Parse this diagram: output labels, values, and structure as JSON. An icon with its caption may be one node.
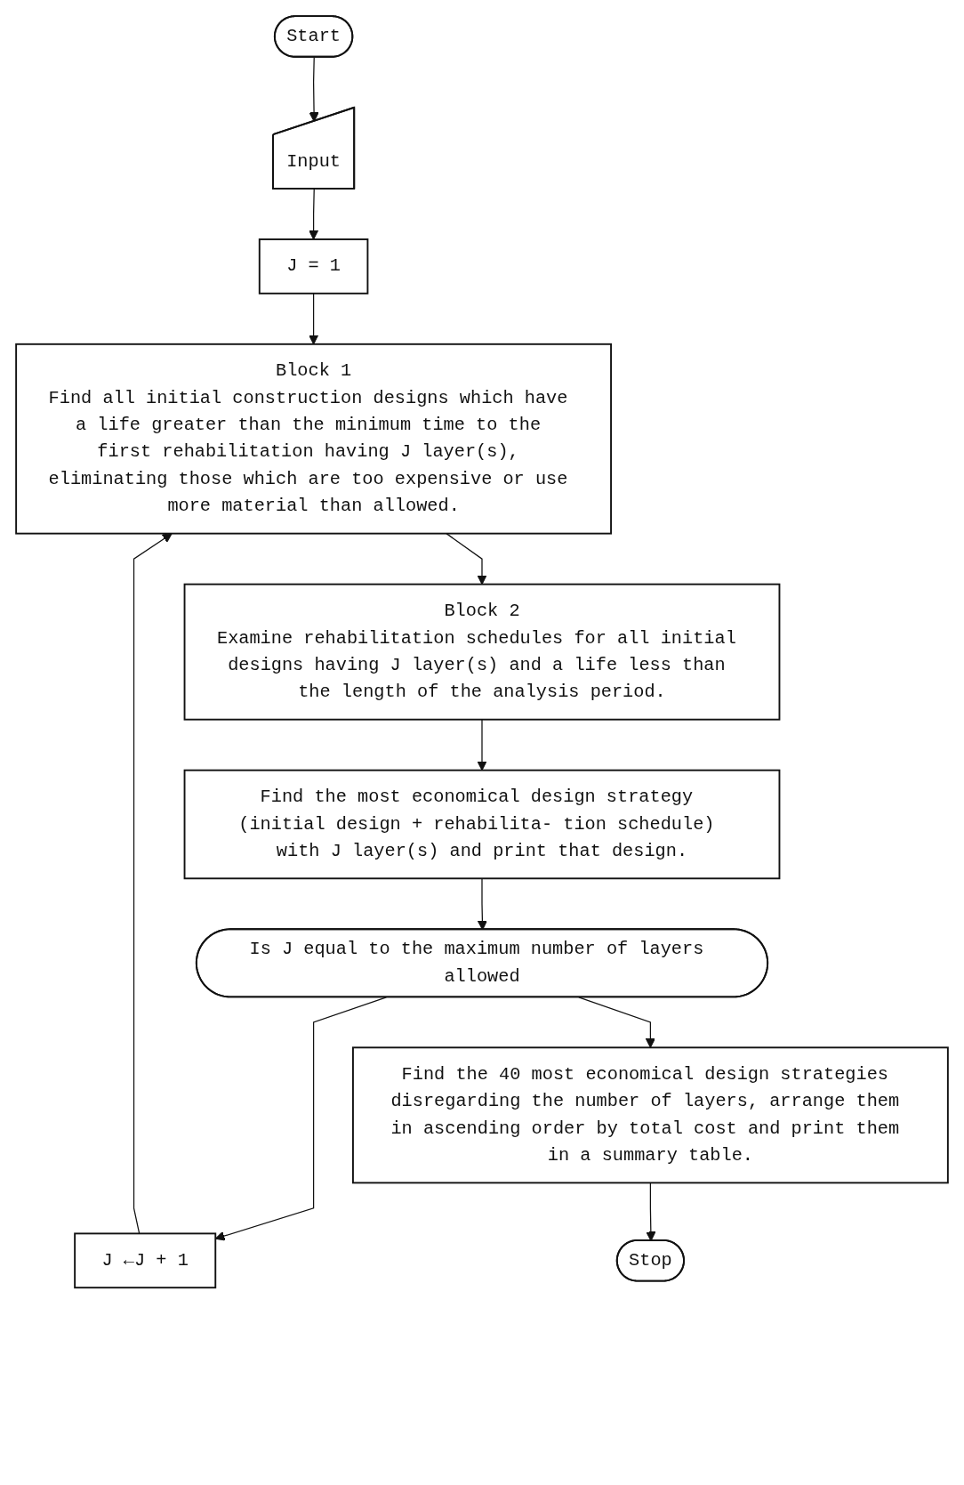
{
  "diagram": {
    "nodes": [
      {
        "text": [
          "Start"
        ]
      },
      {
        "text": [
          "Input"
        ]
      },
      {
        "text": [
          "J = 1"
        ]
      },
      {
        "text": [
          "Block 1",
          "Find all initial construction designs which have a life greater than the minimum time to the first rehabilitation having J layer(s), eliminating those which are too expensive or use more material than allowed."
        ]
      },
      {
        "text": [
          "Block 2",
          "Examine rehabilitation schedules for all initial designs having J layer(s) and a life less than the length of the analysis period."
        ]
      },
      {
        "text": [
          "Find the most economical design strategy (initial design + rehabilita- tion schedule) with J layer(s) and print that design."
        ]
      },
      {
        "text": [
          "Is J equal to the maximum number of layers allowed"
        ]
      },
      {
        "text": [
          "J ←J + 1"
        ]
      },
      {
        "text": [
          "Find the 40 most economical design strategies disregarding the number of layers, arrange them in ascending order by total cost and print them in a summary table."
        ]
      },
      {
        "text": [
          "Stop"
        ]
      }
    ],
    "edges": [
      {
        "from": 0,
        "to": 1,
        "arrow": "to"
      },
      {
        "from": 1,
        "to": 2,
        "arrow": "to"
      },
      {
        "from": 2,
        "to": 3,
        "arrow": "to"
      },
      {
        "from": 3,
        "to": 4,
        "arrow": "to"
      },
      {
        "from": 4,
        "to": 5,
        "arrow": "to"
      },
      {
        "from": 5,
        "to": 6,
        "arrow": "to"
      },
      {
        "from": 6,
        "to": 7,
        "arrow": "to"
      },
      {
        "from": 7,
        "to": 3,
        "arrow": "to"
      },
      {
        "from": 6,
        "to": 8,
        "arrow": "to"
      },
      {
        "from": 8,
        "to": 9,
        "arrow": "to"
      }
    ]
  }
}
